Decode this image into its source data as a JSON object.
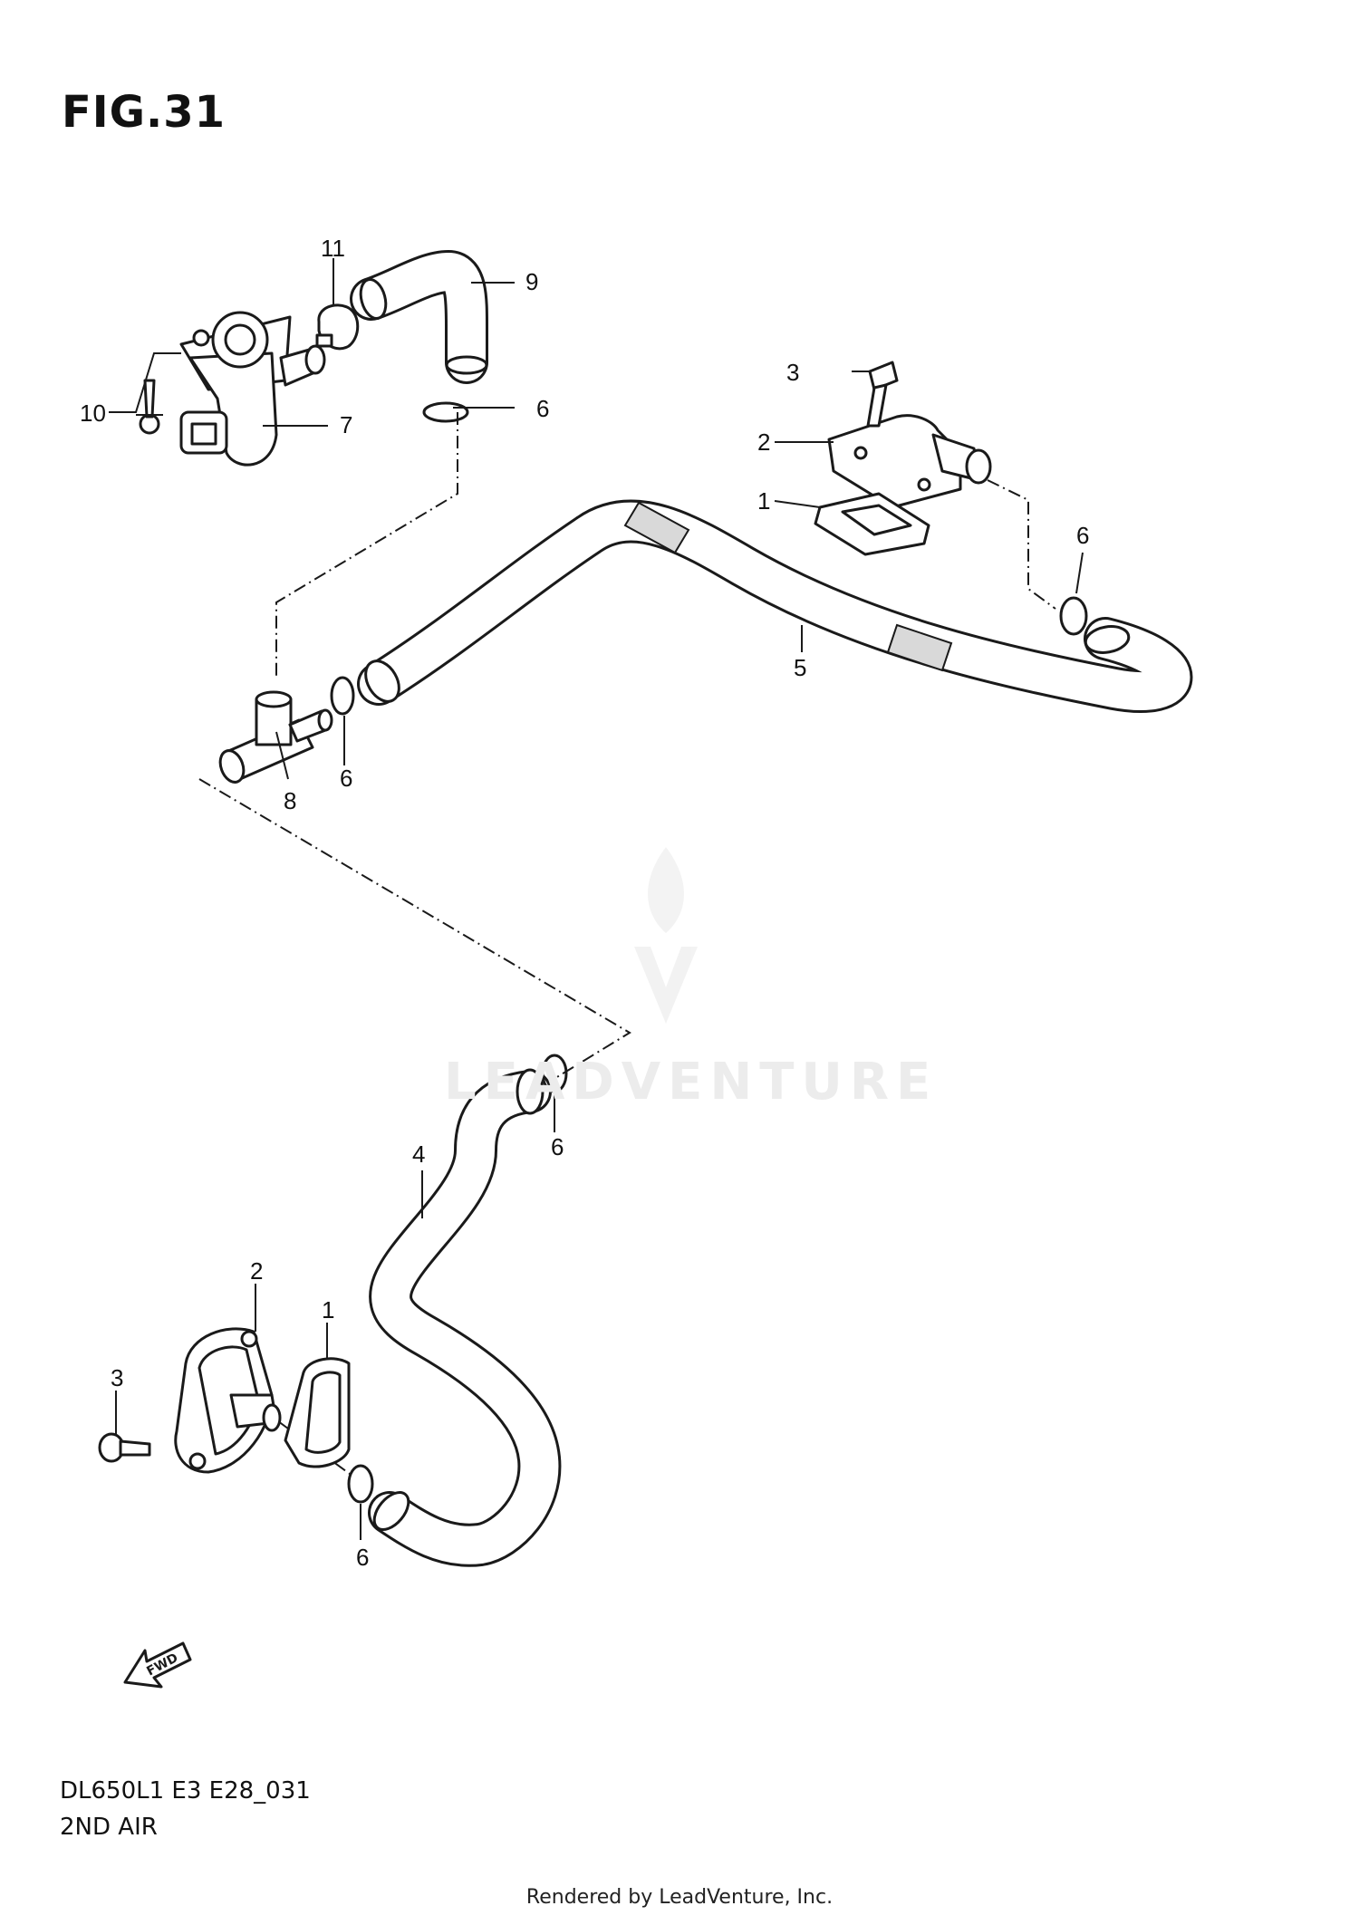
{
  "figure_label": "FIG.31",
  "model_code": "DL650L1 E3 E28_031",
  "section_name": "2ND AIR",
  "footer_text": "Rendered by LeadVenture, Inc.",
  "watermark_text": "LEADVENTURE",
  "forward_arrow_label": "FWD",
  "callouts": {
    "part_1_top": "1",
    "part_2_top": "2",
    "part_3_top": "3",
    "part_4": "4",
    "part_5": "5",
    "part_6_a": "6",
    "part_6_b": "6",
    "part_6_c": "6",
    "part_6_d": "6",
    "part_6_e": "6",
    "part_7": "7",
    "part_8": "8",
    "part_9": "9",
    "part_10": "10",
    "part_11": "11",
    "part_1_bottom": "1",
    "part_2_bottom": "2",
    "part_3_bottom": "3"
  }
}
